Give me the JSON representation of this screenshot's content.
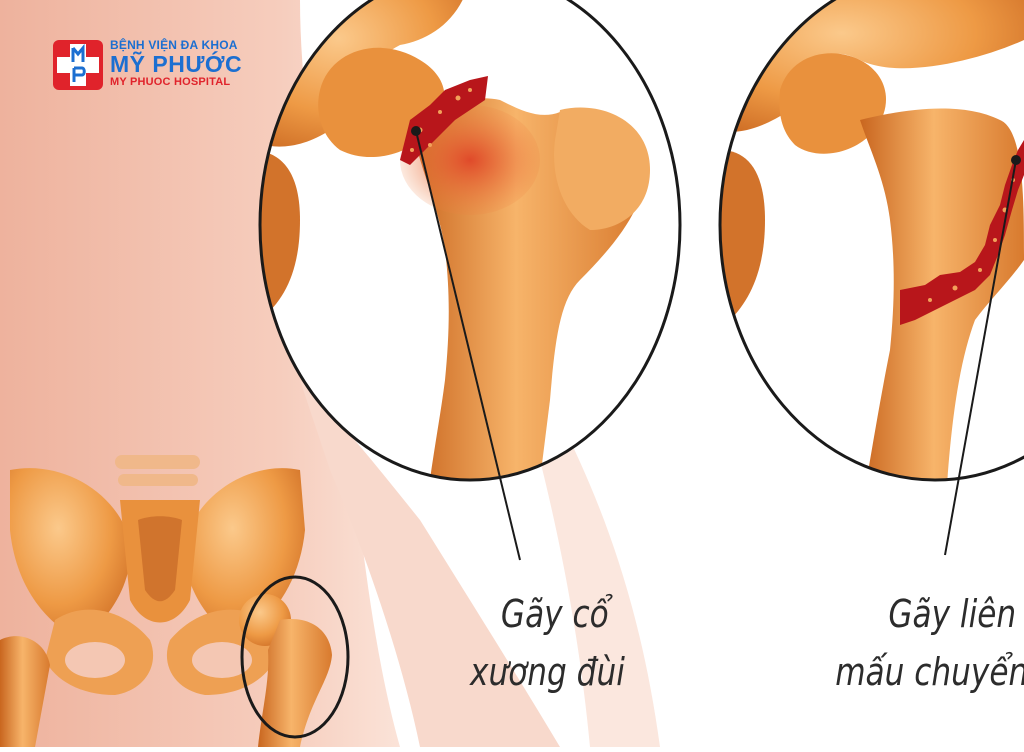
{
  "logo": {
    "line1": "BỆNH VIỆN ĐA KHOA",
    "line2": "MỸ PHƯỚC",
    "line3": "MY PHUOC HOSPITAL",
    "icon": "hospital-cross-mp-icon"
  },
  "labels": [
    {
      "line1": "Gãy cổ",
      "line2": "xương đùi"
    },
    {
      "line1": "Gãy liên",
      "line2": "mấu chuyển"
    }
  ],
  "colors": {
    "skin": "#f3c1ad",
    "bone": "#e9913d",
    "bone_light": "#f4b36b",
    "fracture": "#b8161b",
    "logo_blue": "#1c6fd1",
    "logo_red": "#e0232b"
  }
}
